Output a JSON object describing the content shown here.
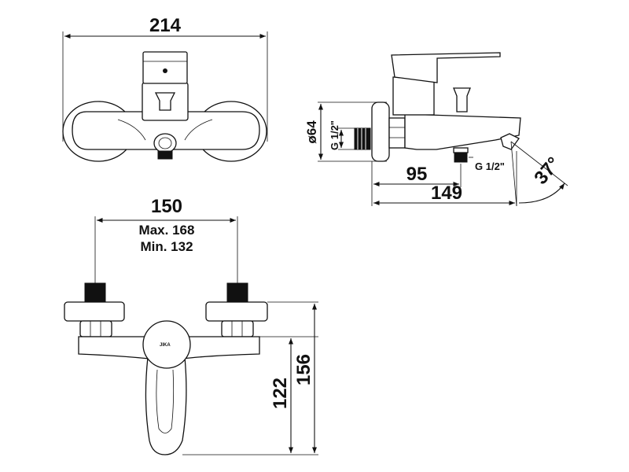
{
  "front_view": {
    "width_label": "214"
  },
  "side_view": {
    "diameter_label": "ø64",
    "thread_top_label": "G 1/2\"",
    "thread_bottom_label": "G 1/2\"",
    "spout_reach_label": "95",
    "total_depth_label": "149",
    "angle_label": "37°"
  },
  "top_view": {
    "center_distance_label": "150",
    "max_label": "Max. 168",
    "min_label": "Min. 132",
    "logo_text": "JIKA",
    "height_label_1": "122",
    "height_label_2": "156"
  }
}
